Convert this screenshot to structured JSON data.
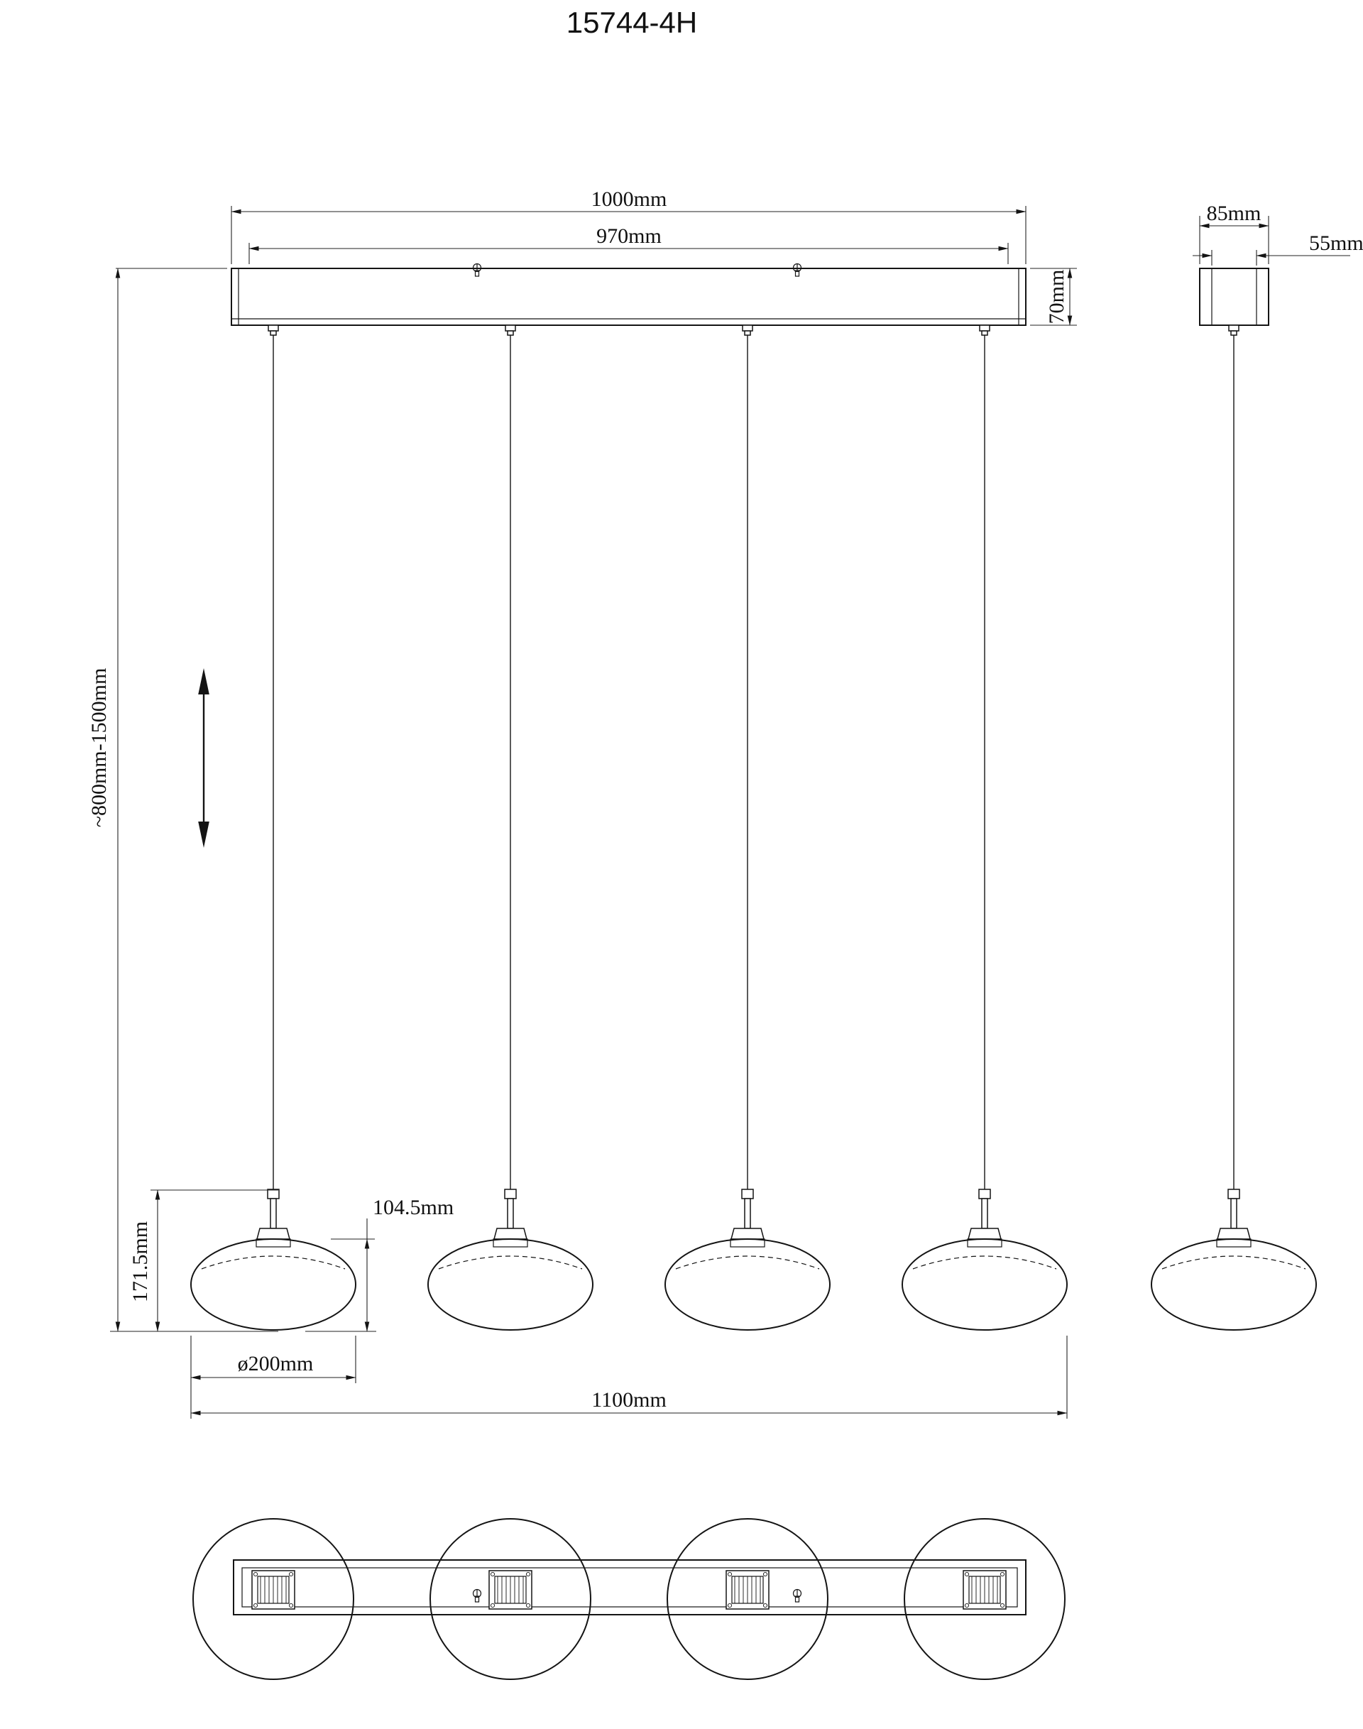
{
  "title": "15744-4H",
  "colors": {
    "line": "#141414",
    "background": "#ffffff"
  },
  "front_view": {
    "dim_canopy_width": "1000mm",
    "dim_mount_spacing": "970mm",
    "dim_canopy_height": "70mm",
    "dim_drop_range": "~800mm-1500mm",
    "dim_shade_total_height": "171.5mm",
    "dim_shade_body_height": "104.5mm",
    "dim_shade_diameter": "ø200mm",
    "dim_overall_width": "1100mm"
  },
  "side_view": {
    "dim_canopy_depth": "85mm",
    "dim_inner_width": "55mm"
  }
}
